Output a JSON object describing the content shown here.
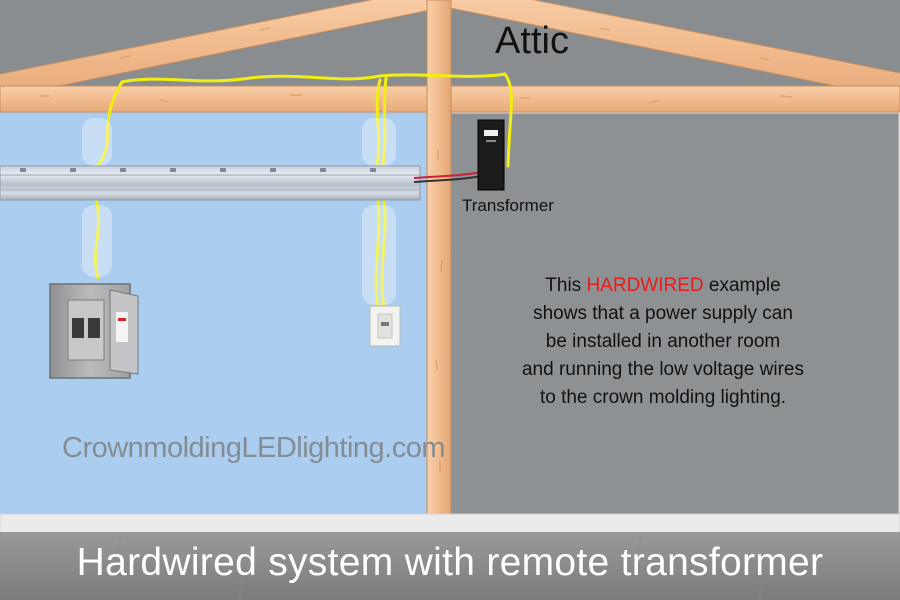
{
  "labels": {
    "attic": "Attic",
    "transformer": "Transformer",
    "website": "CrownmoldingLEDlighting.com",
    "caption": "Hardwired system with remote transformer"
  },
  "description": {
    "line1_prefix": "This ",
    "line1_highlight": "HARDWIRED",
    "line1_suffix": " example",
    "line2": "shows that a power supply can",
    "line3": "be installed in another room",
    "line4": "and running the low voltage wires",
    "line5": "to the crown molding lighting."
  },
  "colors": {
    "highlight": "#e51c1c",
    "wire": "#f2ee12",
    "left_wall": "#aacdf0",
    "right_wall": "#8e9194",
    "wood": "#f4c29a",
    "attic": "#8a8d90"
  }
}
